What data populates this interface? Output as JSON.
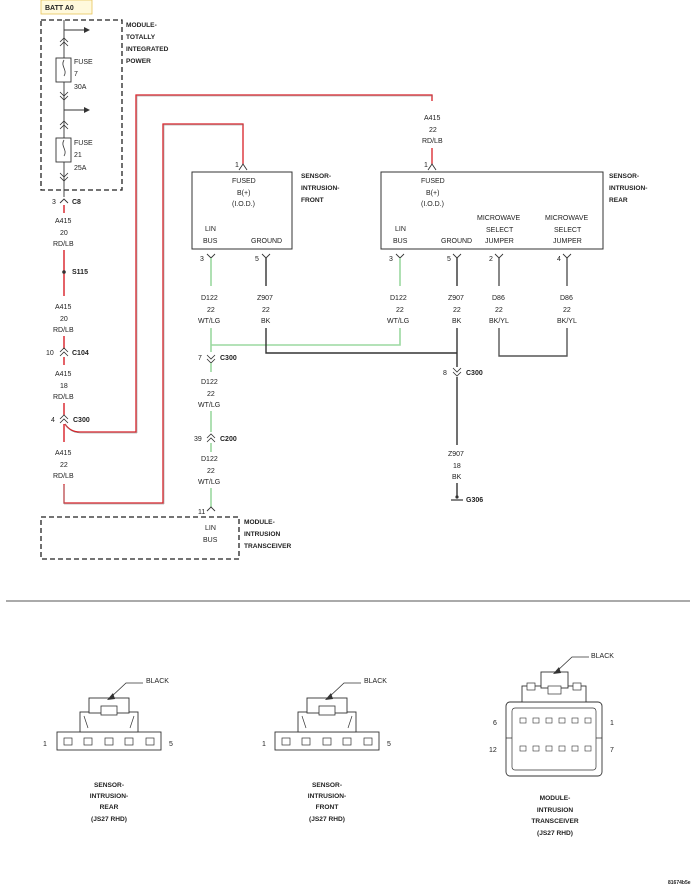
{
  "colors": {
    "red": "#d81f26",
    "green": "#9bd8a0",
    "black": "#333333",
    "gray": "#555555",
    "dash": "#222222",
    "batt_fill": "#fff9dc",
    "batt_border": "#e6c35a"
  },
  "batt": "BATT A0",
  "tipm": {
    "title": [
      "MODULE-",
      "TOTALLY",
      "INTEGRATED",
      "POWER"
    ],
    "fuse7": [
      "FUSE",
      "7",
      "30A"
    ],
    "fuse21": [
      "FUSE",
      "21",
      "25A"
    ],
    "pin_c8": "3",
    "c8": "C8"
  },
  "left_wire": {
    "w1": [
      "A415",
      "20",
      "RD/LB"
    ],
    "splice": "S115",
    "w2": [
      "A415",
      "20",
      "RD/LB"
    ],
    "c104_pin": "10",
    "c104": "C104",
    "w3": [
      "A415",
      "18",
      "RD/LB"
    ],
    "c300_pin": "4",
    "c300": "C300",
    "w4": [
      "A415",
      "22",
      "RD/LB"
    ]
  },
  "top_wire": [
    "A415",
    "22",
    "RD/LB"
  ],
  "front_sensor": {
    "pin_b": "1",
    "fused": [
      "FUSED",
      "B(+)",
      "(I.O.D.)"
    ],
    "lin": [
      "LIN",
      "BUS"
    ],
    "ground": "GROUND",
    "title": [
      "SENSOR-",
      "INTRUSION-",
      "FRONT"
    ],
    "pin_lin": "3",
    "pin_gnd": "5",
    "wire_lin": [
      "D122",
      "22",
      "WT/LG"
    ],
    "wire_gnd": [
      "Z907",
      "22",
      "BK"
    ]
  },
  "rear_sensor": {
    "pin_b": "1",
    "fused": [
      "FUSED",
      "B(+)",
      "(I.O.D.)"
    ],
    "mw1": [
      "MICROWAVE",
      "SELECT",
      "JUMPER"
    ],
    "mw2": [
      "MICROWAVE",
      "SELECT",
      "JUMPER"
    ],
    "lin": [
      "LIN",
      "BUS"
    ],
    "ground": "GROUND",
    "title": [
      "SENSOR-",
      "INTRUSION-",
      "REAR"
    ],
    "pin_lin": "3",
    "pin_gnd": "5",
    "pin_mw1": "2",
    "pin_mw2": "4",
    "wire_lin": [
      "D122",
      "22",
      "WT/LG"
    ],
    "wire_gnd": [
      "Z907",
      "22",
      "BK"
    ],
    "wire_mw1": [
      "D86",
      "22",
      "BK/YL"
    ],
    "wire_mw2": [
      "D86",
      "22",
      "BK/YL"
    ]
  },
  "center_wire": {
    "c300_pin": "7",
    "c300": "C300",
    "w1": [
      "D122",
      "22",
      "WT/LG"
    ],
    "c200_pin": "39",
    "c200": "C200",
    "w2": [
      "D122",
      "22",
      "WT/LG"
    ],
    "pin_11": "11"
  },
  "ground_wire": {
    "c300_pin": "8",
    "c300": "C300",
    "w": [
      "Z907",
      "18",
      "BK"
    ],
    "g": "G306"
  },
  "transceiver": {
    "lin": [
      "LIN",
      "BUS"
    ],
    "title": [
      "MODULE-",
      "INTRUSION",
      "TRANSCEIVER"
    ]
  },
  "connectors": {
    "rear": {
      "color": "BLACK",
      "pin_left": "1",
      "pin_right": "5",
      "caption": [
        "SENSOR-",
        "INTRUSION-",
        "REAR",
        "(JS27 RHD)"
      ]
    },
    "front": {
      "color": "BLACK",
      "pin_left": "1",
      "pin_right": "5",
      "caption": [
        "SENSOR-",
        "INTRUSION-",
        "FRONT",
        "(JS27 RHD)"
      ]
    },
    "trans": {
      "color": "BLACK",
      "pin_tl": "6",
      "pin_tr": "1",
      "pin_bl": "12",
      "pin_br": "7",
      "caption": [
        "MODULE-",
        "INTRUSION",
        "TRANSCEIVER",
        "(JS27 RHD)"
      ]
    }
  },
  "fig_id": "81674b5e"
}
